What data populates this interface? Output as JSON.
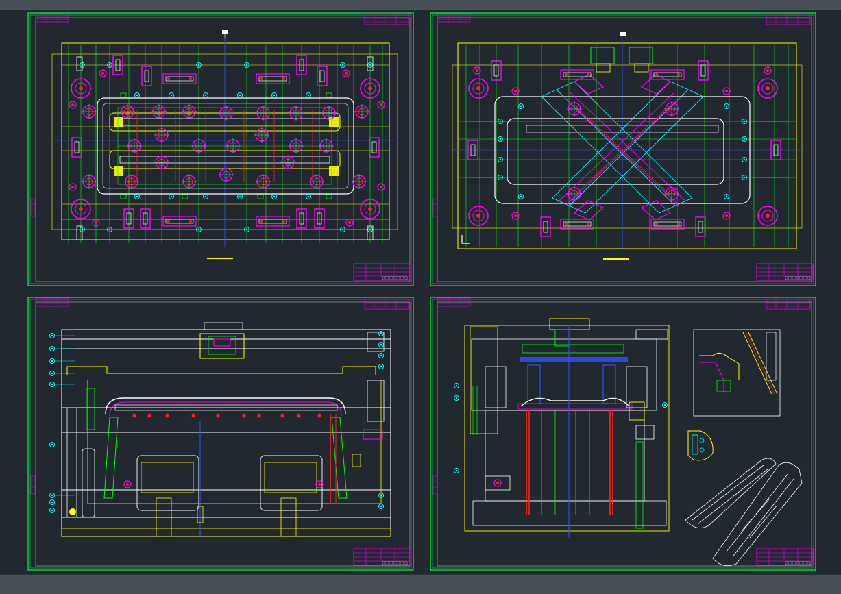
{
  "window": {
    "background": "#212830",
    "toolbar_color": "#4a5058"
  },
  "sheets": [
    {
      "id": "sheet-top-left",
      "view": "plan"
    },
    {
      "id": "sheet-top-right",
      "view": "plan-angled"
    },
    {
      "id": "sheet-bottom-left",
      "view": "section"
    },
    {
      "id": "sheet-bottom-right",
      "view": "section-with-part-detail"
    }
  ],
  "colors": {
    "sheet_border": "#00ff3c",
    "inner_border": "#ff00ff",
    "yellow": "#ffff00",
    "cyan": "#00ffff",
    "magenta": "#ff00ff",
    "red": "#ff2020",
    "white": "#ffffff",
    "green": "#00ff00",
    "blue": "#3050ff"
  }
}
